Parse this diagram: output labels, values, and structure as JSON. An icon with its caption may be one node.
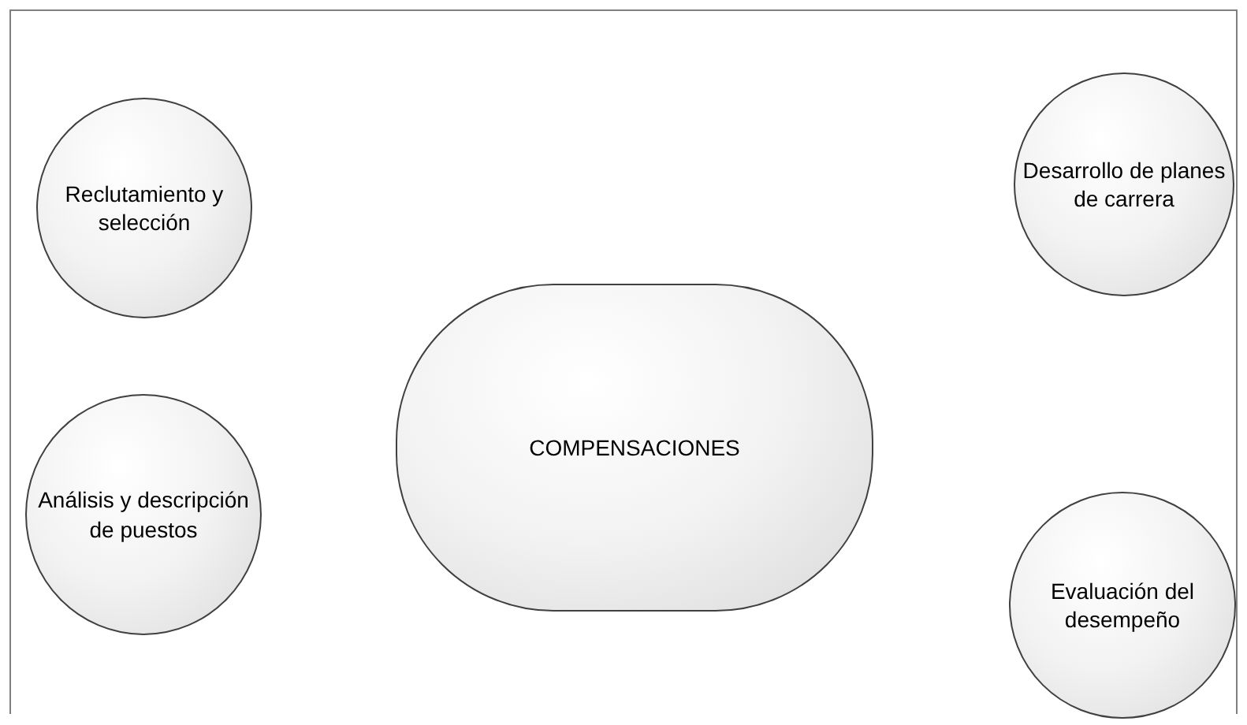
{
  "diagram": {
    "nodes": [
      {
        "text": [
          "Reclutamiento y selección"
        ]
      },
      {
        "text": [
          "Desarrollo de planes de carrera"
        ]
      },
      {
        "text": [
          "COMPENSACIONES"
        ]
      },
      {
        "text": [
          "Análisis y descripción de puestos"
        ]
      },
      {
        "text": [
          "Evaluación del desempeño"
        ]
      }
    ]
  }
}
